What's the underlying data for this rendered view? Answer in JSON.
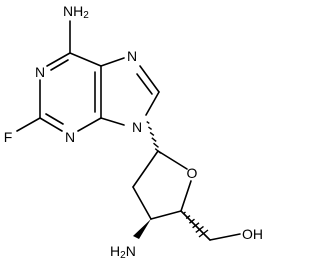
{
  "molecule": {
    "atoms": {
      "n_purine_1": "N",
      "n_purine_3": "N",
      "n_imidazole_7": "N",
      "n_imidazole_9": "N",
      "fluorine": "F",
      "ring_oxygen": "O",
      "amino_top_main": "NH",
      "amino_top_sub": "2",
      "amino_bottom_main": "H",
      "amino_bottom_sub": "2",
      "amino_bottom_tail": "N",
      "hydroxyl": "OH"
    }
  }
}
